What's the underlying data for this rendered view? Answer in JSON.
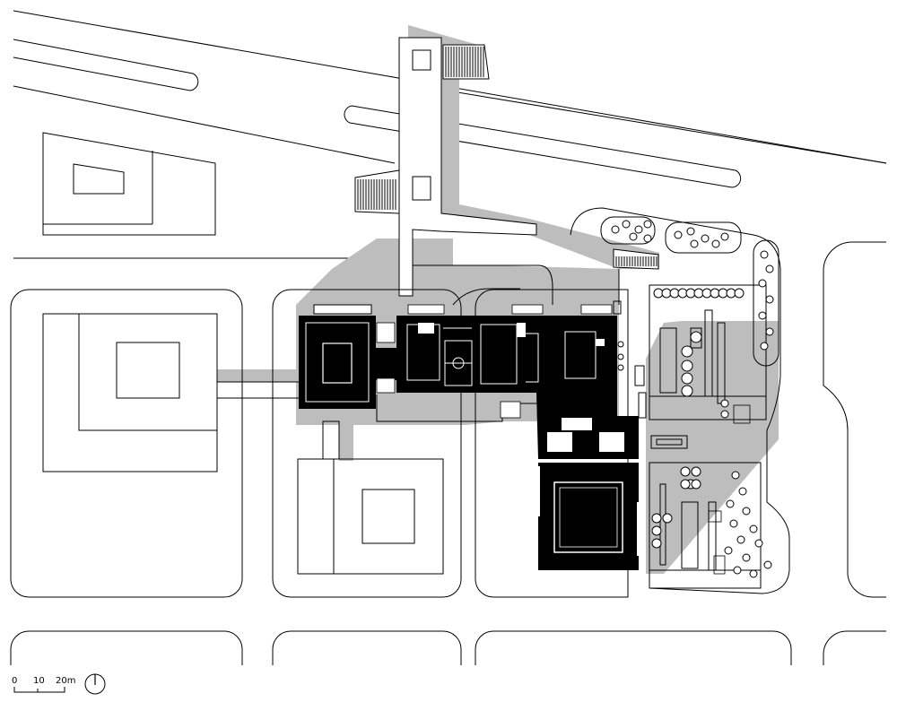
{
  "scale_bar": {
    "labels": [
      "0",
      "10",
      "20m"
    ]
  },
  "north_arrow": {
    "icon": "north-arrow-icon"
  },
  "colors": {
    "building_fill": "#000000",
    "circulation_fill": "#bdbdbd",
    "line": "#000000",
    "background": "#ffffff"
  }
}
